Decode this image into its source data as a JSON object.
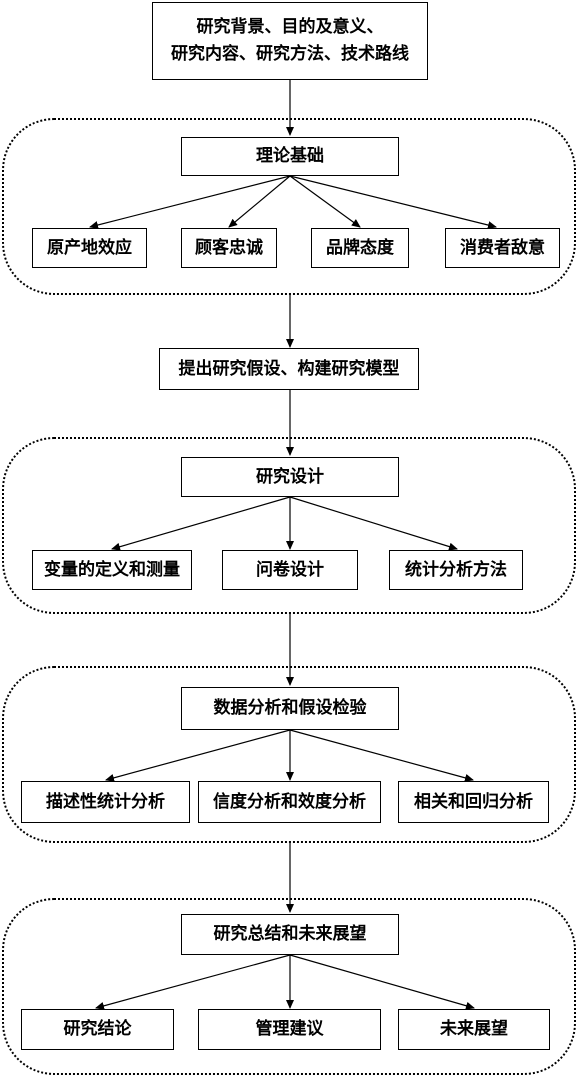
{
  "top": {
    "line1": "研究背景、目的及意义、",
    "line2": "研究内容、研究方法、技术路线"
  },
  "theory": {
    "title": "理论基础",
    "items": [
      "原产地效应",
      "顾客忠诚",
      "品牌态度",
      "消费者敌意"
    ]
  },
  "hypothesis": "提出研究假设、构建研究模型",
  "design": {
    "title": "研究设计",
    "items": [
      "变量的定义和测量",
      "问卷设计",
      "统计分析方法"
    ]
  },
  "analysis": {
    "title": "数据分析和假设检验",
    "items": [
      "描述性统计分析",
      "信度分析和效度分析",
      "相关和回归分析"
    ]
  },
  "conclusion": {
    "title": "研究总结和未来展望",
    "items": [
      "研究结论",
      "管理建议",
      "未来展望"
    ]
  }
}
